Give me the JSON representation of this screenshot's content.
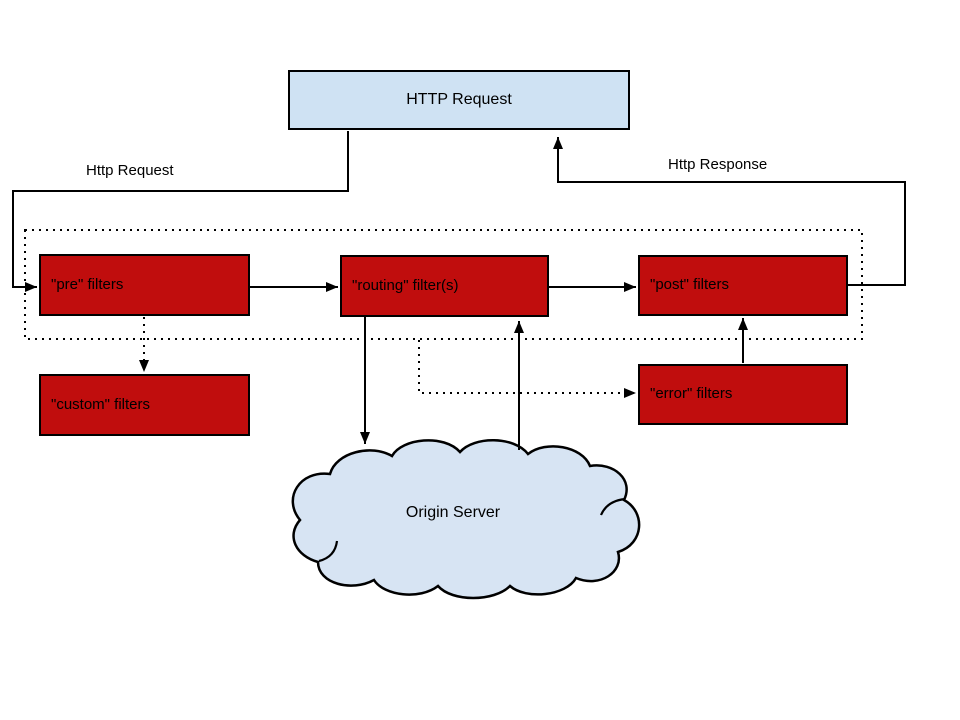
{
  "colors": {
    "filter_box": "#C00D0D",
    "request_box": "#CFE2F3",
    "cloud": "#D7E4F3",
    "stroke": "#000000"
  },
  "request_box": {
    "label": "HTTP Request"
  },
  "flow_labels": {
    "request": "Http Request",
    "response": "Http Response"
  },
  "filter_boxes": {
    "pre": "\"pre\" filters",
    "routing": "\"routing\" filter(s)",
    "post": "\"post\" filters",
    "custom": "\"custom\" filters",
    "error": "\"error\" filters"
  },
  "cloud": {
    "label": "Origin Server"
  }
}
